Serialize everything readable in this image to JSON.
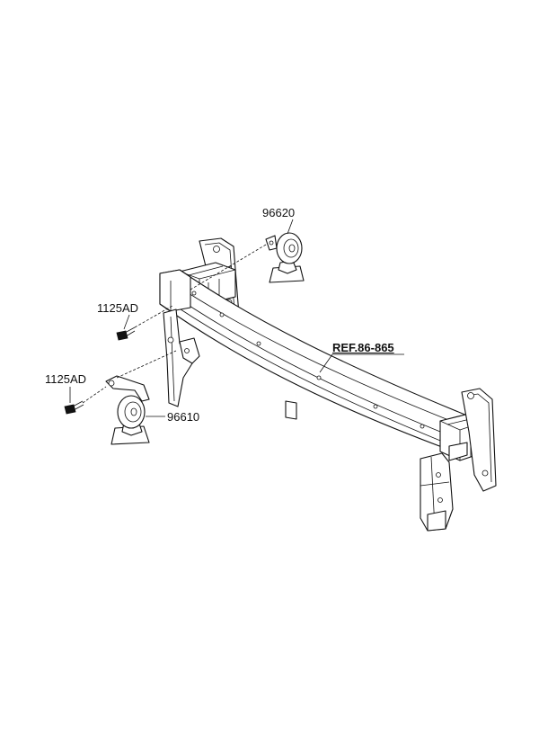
{
  "labels": {
    "horn_high": "96620",
    "horn_low": "96610",
    "bolt_upper": "1125AD",
    "bolt_lower": "1125AD",
    "reference": "REF.86-865"
  }
}
